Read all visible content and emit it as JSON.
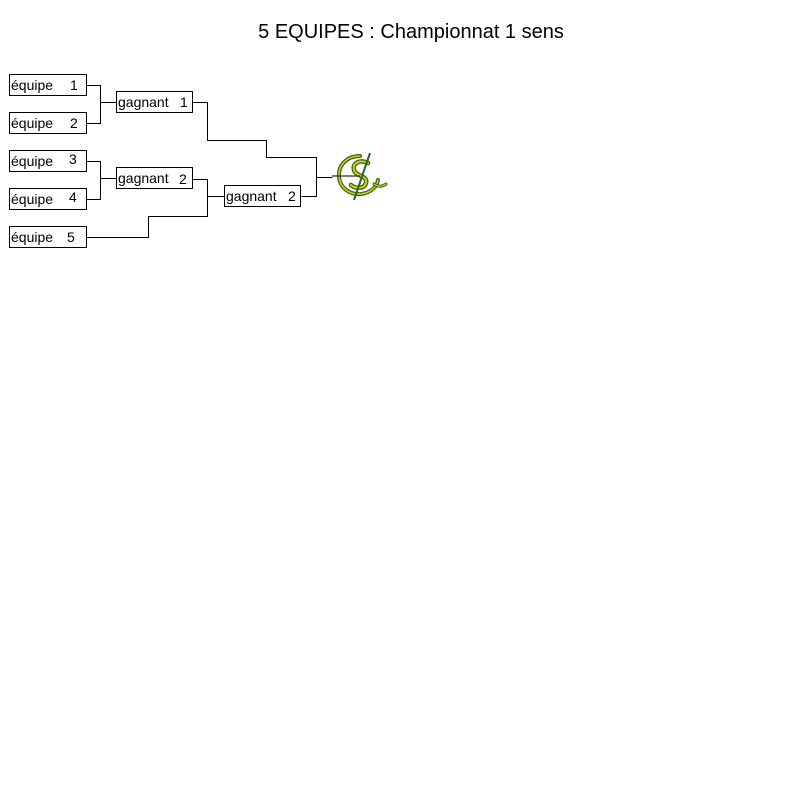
{
  "title": "5 EQUIPES : Championnat 1 sens",
  "teams": [
    {
      "name": "équipe",
      "num": "1"
    },
    {
      "name": "équipe",
      "num": "2"
    },
    {
      "name": "équipe",
      "num": "3"
    },
    {
      "name": "équipe",
      "num": "4"
    },
    {
      "name": "équipe",
      "num": "5"
    }
  ],
  "winners": [
    {
      "name": "gagnant",
      "num": "1"
    },
    {
      "name": "gagnant",
      "num": "2"
    },
    {
      "name": "gagnant",
      "num": "2"
    }
  ],
  "logo": {
    "icon": "club-emblem-icon",
    "colors": {
      "green": "#1f6b2a",
      "yellow": "#f2c200",
      "dark": "#2b2b2b"
    }
  }
}
